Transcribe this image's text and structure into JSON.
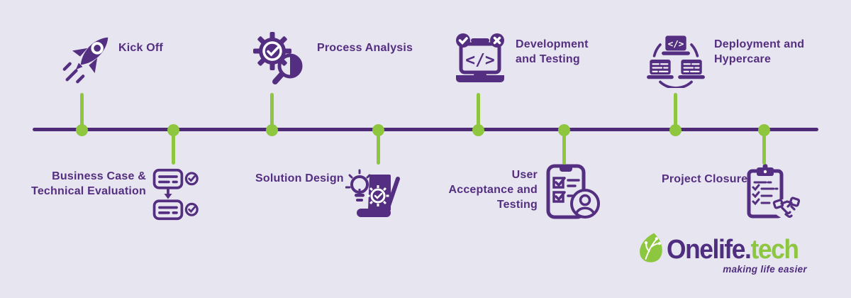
{
  "colors": {
    "background": "#e7e5f0",
    "purple": "#542e80",
    "timeline_line": "#4e2a77",
    "green": "#8ec63f",
    "logo_purple": "#4f2d7f",
    "logo_green": "#8dc63f"
  },
  "timeline": {
    "milestones": [
      {
        "id": "kick-off",
        "label": "Kick Off",
        "side": "top",
        "icon": "rocket-icon"
      },
      {
        "id": "business-case",
        "label": "Business Case & Technical Evaluation",
        "side": "bottom",
        "icon": "documents-approval-icon"
      },
      {
        "id": "process-analysis",
        "label": "Process Analysis",
        "side": "top",
        "icon": "gear-magnifier-icon"
      },
      {
        "id": "solution-design",
        "label": "Solution Design",
        "side": "bottom",
        "icon": "idea-blueprint-icon"
      },
      {
        "id": "development-testing",
        "label": "Development and Testing",
        "side": "top",
        "icon": "laptop-code-icon"
      },
      {
        "id": "user-acceptance",
        "label": "User Acceptance and Testing",
        "side": "bottom",
        "icon": "checklist-user-icon"
      },
      {
        "id": "deployment-hypercare",
        "label": "Deployment and Hypercare",
        "side": "top",
        "icon": "connected-devices-icon"
      },
      {
        "id": "project-closure",
        "label": "Project Closure",
        "side": "bottom",
        "icon": "clipboard-handshake-icon"
      }
    ]
  },
  "logo": {
    "brand_primary": "Onelife.",
    "brand_secondary": "tech",
    "tagline": "making life easier"
  }
}
